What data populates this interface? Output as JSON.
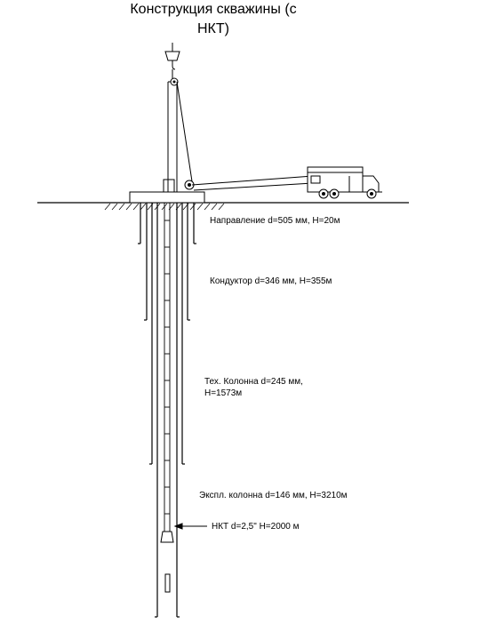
{
  "title": {
    "line1": "Конструкция скважины (с",
    "line2": "НКТ)"
  },
  "casings": [
    {
      "label": "Направление  d=505 мм, H=20м"
    },
    {
      "label": "Кондуктор  d=346 мм, H=355м"
    },
    {
      "label_line1": "Тех. Колонна  d=245 мм,",
      "label_line2": "H=1573м"
    },
    {
      "label": "Экспл. колонна  d=146 мм, H=3210м"
    }
  ],
  "tubing": {
    "label": "НКТ d=2,5\" H=2000 м"
  }
}
